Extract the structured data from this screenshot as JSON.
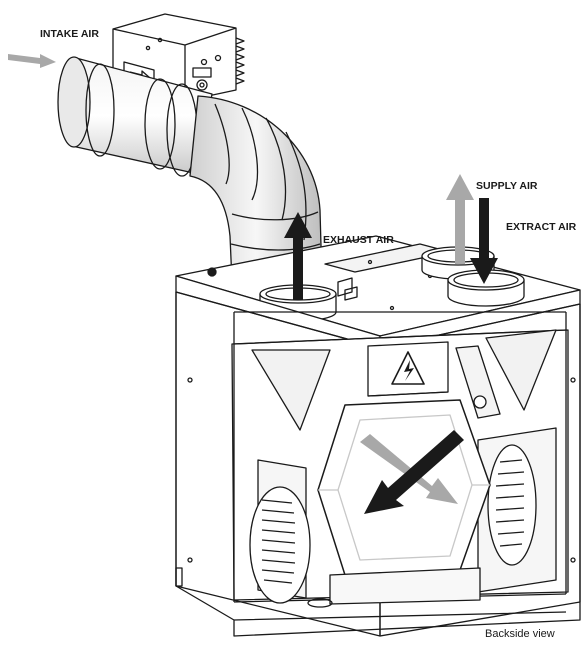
{
  "labels": {
    "intake_air": "INTAKE AIR",
    "exhaust_air": "EXHAUST AIR",
    "supply_air": "SUPPLY AIR",
    "extract_air": "EXTRACT AIR",
    "caption": "Backside view"
  },
  "colors": {
    "line": "#1a1a1a",
    "dark_arrow": "#1a1a1a",
    "light_arrow": "#a8a8a8",
    "shade": "#cfcfcf"
  },
  "icons": {
    "warning": "high-voltage-warning-icon",
    "direction": "arrow-right-icon"
  }
}
